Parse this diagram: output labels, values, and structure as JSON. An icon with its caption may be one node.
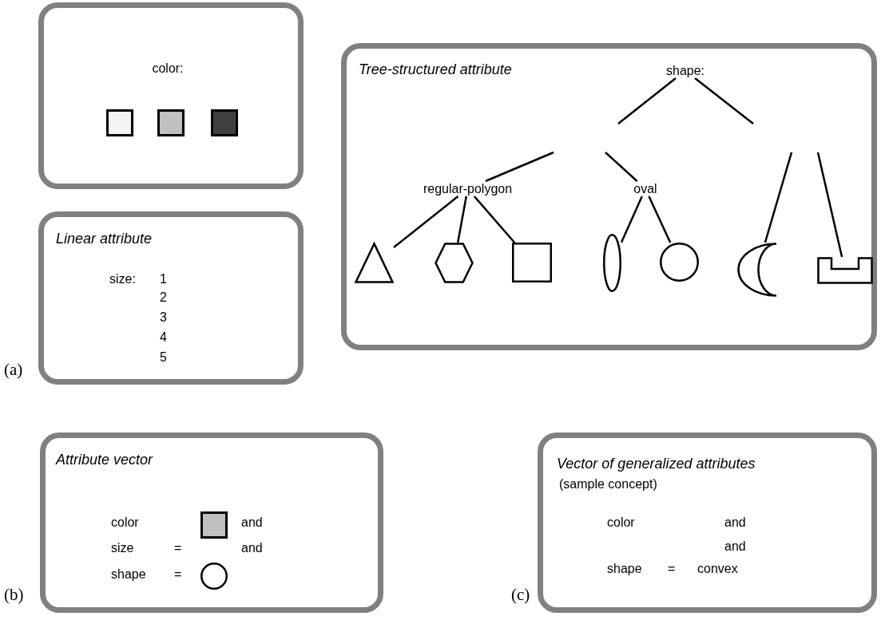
{
  "diagram": {
    "nodes": [
      {
        "text": [
          "color:"
        ]
      },
      {
        "text": [
          "Tree-structured attribute"
        ]
      },
      {
        "text": [
          "shape:"
        ],
        "in": 1
      },
      {
        "text": [
          "regular-polygon"
        ],
        "in": 1
      },
      {
        "text": [
          "oval"
        ],
        "in": 1
      },
      {
        "text": [],
        "shape": "triangle",
        "in": 1
      },
      {
        "text": [],
        "shape": "hexagon",
        "in": 1
      },
      {
        "text": [],
        "shape": "square",
        "in": 1
      },
      {
        "text": [],
        "shape": "ellipse",
        "in": 1
      },
      {
        "text": [],
        "shape": "circle",
        "in": 1
      },
      {
        "text": [],
        "shape": "crescent",
        "in": 1
      },
      {
        "text": [],
        "shape": "box",
        "in": 1
      },
      {
        "text": [
          "Linear attribute"
        ]
      },
      {
        "text": [
          "Attribute vector"
        ]
      },
      {
        "text": [
          "Vector of generalized attributes",
          "(sample concept)"
        ]
      }
    ],
    "edges": [
      {
        "from": 2,
        "to": null,
        "arrow": "none"
      },
      {
        "from": 2,
        "to": null,
        "arrow": "none"
      },
      {
        "from": null,
        "to": 3,
        "arrow": "none"
      },
      {
        "from": null,
        "to": 4,
        "arrow": "none"
      },
      {
        "from": null,
        "to": 10,
        "arrow": "none"
      },
      {
        "from": null,
        "to": 11,
        "arrow": "none"
      },
      {
        "from": 3,
        "to": 5,
        "arrow": "none"
      },
      {
        "from": 3,
        "to": 6,
        "arrow": "none"
      },
      {
        "from": 3,
        "to": 7,
        "arrow": "none"
      },
      {
        "from": 4,
        "to": 8,
        "arrow": "none"
      },
      {
        "from": 4,
        "to": 9,
        "arrow": "none"
      }
    ],
    "labels": [
      "(a)",
      "size:",
      "1",
      "2",
      "3",
      "4",
      "5",
      "(b)",
      "color",
      "and",
      "size",
      "=",
      "and",
      "shape",
      "=",
      "(c)",
      "color",
      "and",
      "and",
      "shape",
      "=",
      "convex"
    ]
  }
}
